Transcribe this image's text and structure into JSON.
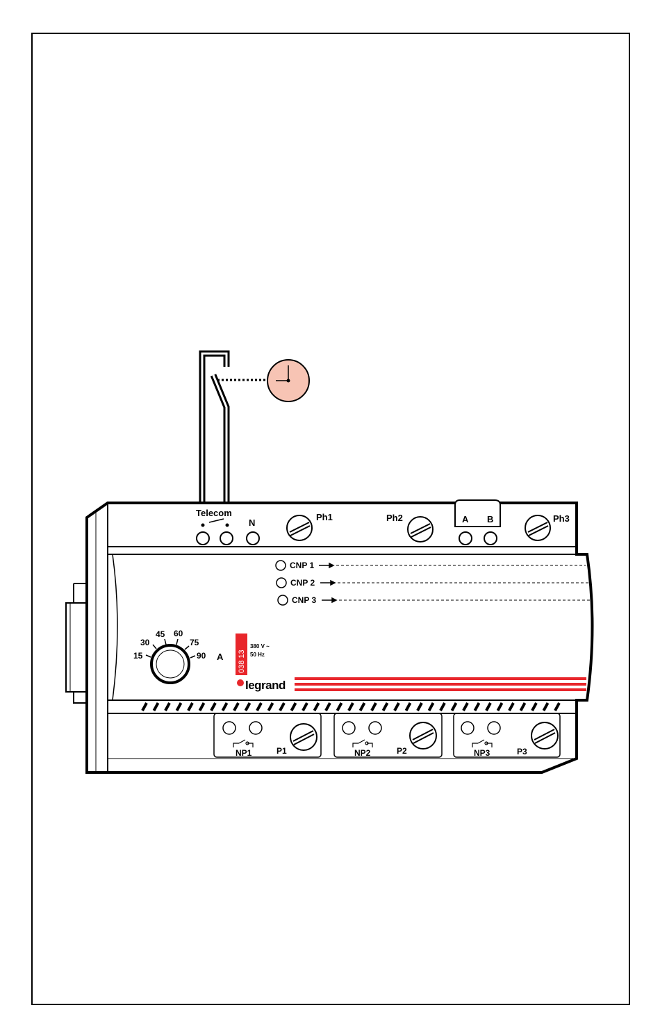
{
  "colors": {
    "frame": "#000000",
    "clock_fill": "#f7c4b4",
    "code_badge": "#e8262b",
    "brand_stripes": "#e8262b"
  },
  "device": {
    "telecom_label": "Telecom",
    "neutral_label": "N",
    "phase_labels": [
      "Ph1",
      "Ph2",
      "Ph3"
    ],
    "ab_labels": [
      "A",
      "B"
    ],
    "cnp_labels": [
      "CNP 1",
      "CNP 2",
      "CNP 3"
    ],
    "dial_values": [
      "15",
      "30",
      "45",
      "60",
      "75",
      "90"
    ],
    "dial_unit": "A",
    "product_code": "038 13",
    "rating_line1": "380 V ~",
    "rating_line2": "50 Hz",
    "brand": "legrand",
    "np_labels": [
      "NP1",
      "NP2",
      "NP3"
    ],
    "p_labels": [
      "P1",
      "P2",
      "P3"
    ]
  },
  "clock": {
    "icon": "clock-icon"
  }
}
